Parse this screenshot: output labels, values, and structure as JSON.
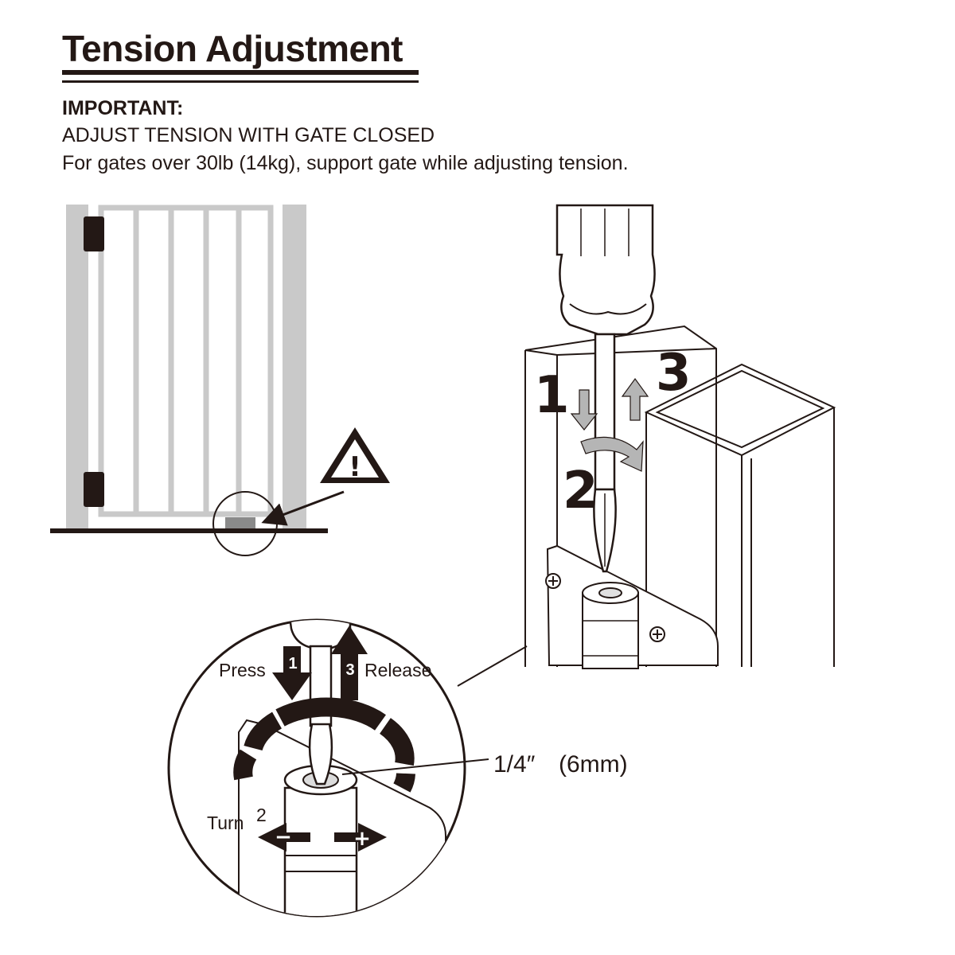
{
  "header": {
    "title": "Tension Adjustment",
    "important_label": "IMPORTANT:",
    "instruction_caps": "ADJUST TENSION WITH GATE CLOSED",
    "instruction_note": "For gates over 30lb (14kg), support gate while adjusting tension."
  },
  "steps": {
    "step1": "1",
    "step2": "2",
    "step3": "3"
  },
  "detail": {
    "press_label": "Press",
    "press_num": "1",
    "release_label": "Release",
    "release_num": "3",
    "turn_label": "Turn",
    "turn_num": "2",
    "minus_sign": "−",
    "plus_sign": "+",
    "size_fraction": "1/4″",
    "size_metric": "(6mm)"
  },
  "warning_symbol": "!",
  "colors": {
    "ink": "#231815",
    "gray_fill": "#c9c9c9",
    "arrow_gray": "#b5b5b5"
  }
}
